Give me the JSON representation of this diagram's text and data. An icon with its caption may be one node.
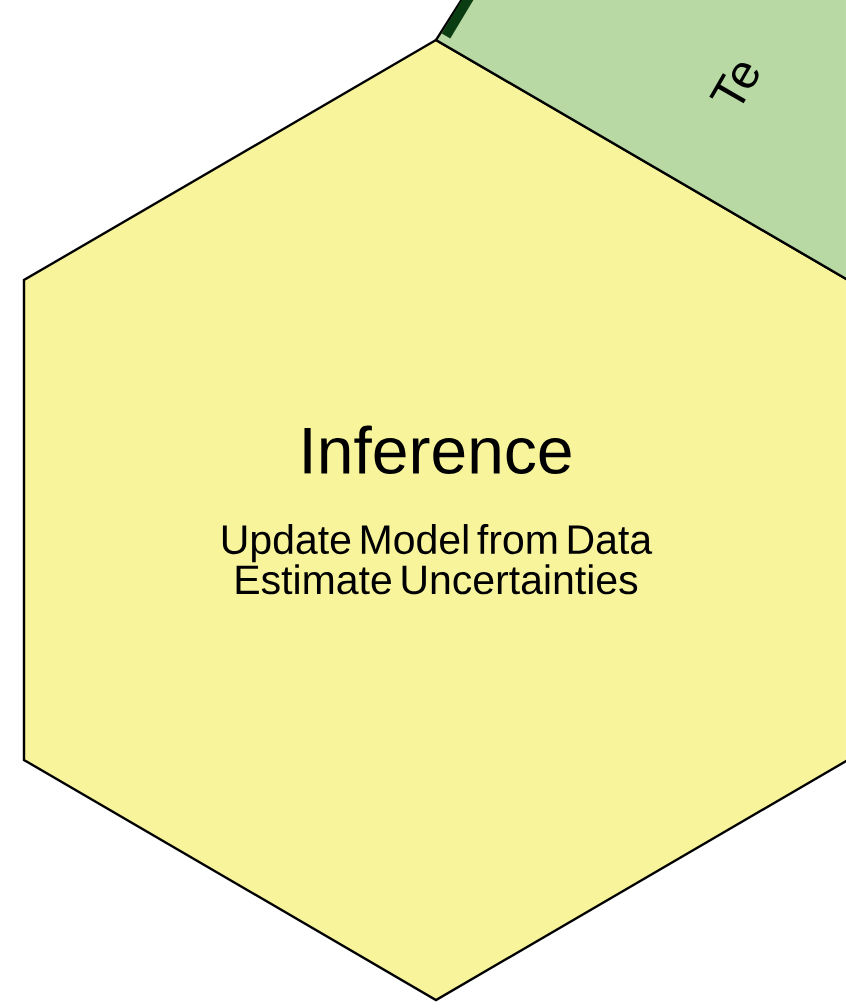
{
  "diagram": {
    "nodes": [
      {
        "text": [
          "Inference",
          "Update Model from Data Estimate Uncertainties"
        ]
      },
      {
        "text": [
          "Te"
        ]
      }
    ]
  }
}
